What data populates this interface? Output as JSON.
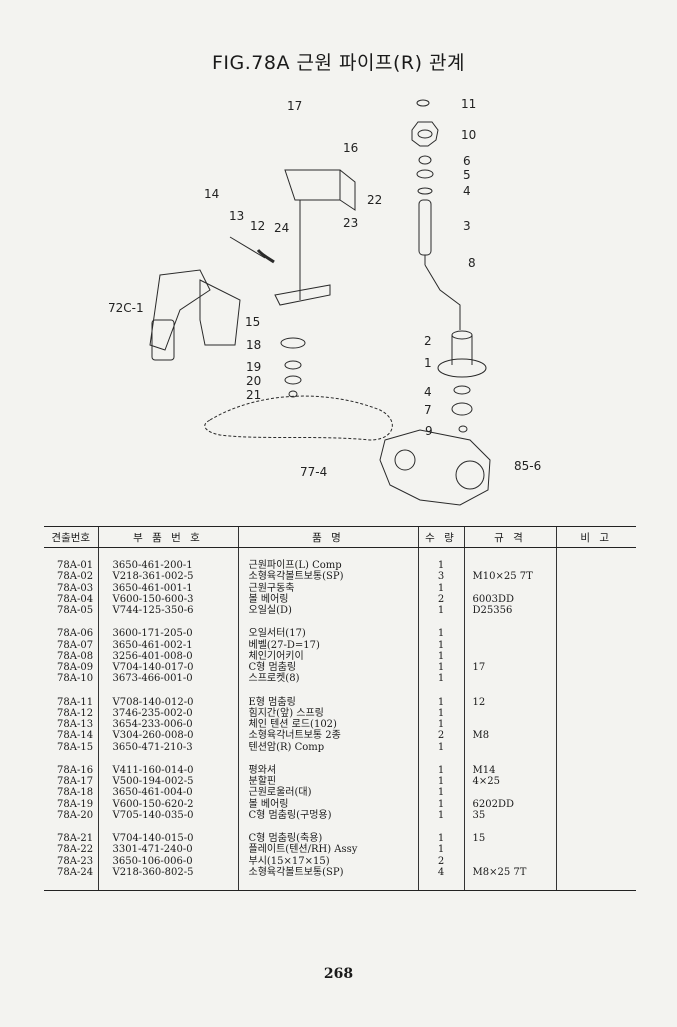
{
  "title": "FIG.78A 근원 파이프(R) 관계",
  "diagram": {
    "callouts": [
      "17",
      "16",
      "11",
      "10",
      "6",
      "5",
      "4",
      "3",
      "8",
      "14",
      "13",
      "12",
      "24",
      "23",
      "22",
      "72C-1",
      "15",
      "18",
      "19",
      "20",
      "21",
      "2",
      "1",
      "4",
      "7",
      "9",
      "77-4",
      "85-6"
    ]
  },
  "table": {
    "headers": [
      "견출번호",
      "부 품 번 호",
      "품 명",
      "수 량",
      "규 격",
      "비 고"
    ],
    "groups": [
      [
        {
          "ref": "78A-01",
          "part": "3650-461-200-1",
          "name": "근원파이프(L) Comp",
          "qty": "1",
          "spec": "",
          "note": ""
        },
        {
          "ref": "78A-02",
          "part": "V218-361-002-5",
          "name": "소형육각볼트보통(SP)",
          "qty": "3",
          "spec": "M10×25 7T",
          "note": ""
        },
        {
          "ref": "78A-03",
          "part": "3650-461-001-1",
          "name": "근원구동축",
          "qty": "1",
          "spec": "",
          "note": ""
        },
        {
          "ref": "78A-04",
          "part": "V600-150-600-3",
          "name": "볼 베어링",
          "qty": "2",
          "spec": "6003DD",
          "note": ""
        },
        {
          "ref": "78A-05",
          "part": "V744-125-350-6",
          "name": "오일실(D)",
          "qty": "1",
          "spec": "D25356",
          "note": ""
        }
      ],
      [
        {
          "ref": "78A-06",
          "part": "3600-171-205-0",
          "name": "오일서터(17)",
          "qty": "1",
          "spec": "",
          "note": ""
        },
        {
          "ref": "78A-07",
          "part": "3650-461-002-1",
          "name": "베벨(27-D=17)",
          "qty": "1",
          "spec": "",
          "note": ""
        },
        {
          "ref": "78A-08",
          "part": "3256-401-008-0",
          "name": "체인기어키이",
          "qty": "1",
          "spec": "",
          "note": ""
        },
        {
          "ref": "78A-09",
          "part": "V704-140-017-0",
          "name": "C형 멈춤링",
          "qty": "1",
          "spec": "17",
          "note": ""
        },
        {
          "ref": "78A-10",
          "part": "3673-466-001-0",
          "name": "스프로켓(8)",
          "qty": "1",
          "spec": "",
          "note": ""
        }
      ],
      [
        {
          "ref": "78A-11",
          "part": "V708-140-012-0",
          "name": "E형 멈춤링",
          "qty": "1",
          "spec": "12",
          "note": ""
        },
        {
          "ref": "78A-12",
          "part": "3746-235-002-0",
          "name": "힘지간(앞) 스프링",
          "qty": "1",
          "spec": "",
          "note": ""
        },
        {
          "ref": "78A-13",
          "part": "3654-233-006-0",
          "name": "체인 텐션 로드(102)",
          "qty": "1",
          "spec": "",
          "note": ""
        },
        {
          "ref": "78A-14",
          "part": "V304-260-008-0",
          "name": "소형육각너트보통 2종",
          "qty": "2",
          "spec": "M8",
          "note": ""
        },
        {
          "ref": "78A-15",
          "part": "3650-471-210-3",
          "name": "텐션암(R) Comp",
          "qty": "1",
          "spec": "",
          "note": ""
        }
      ],
      [
        {
          "ref": "78A-16",
          "part": "V411-160-014-0",
          "name": "평와셔",
          "qty": "1",
          "spec": "M14",
          "note": ""
        },
        {
          "ref": "78A-17",
          "part": "V500-194-002-5",
          "name": "분할핀",
          "qty": "1",
          "spec": "4×25",
          "note": ""
        },
        {
          "ref": "78A-18",
          "part": "3650-461-004-0",
          "name": "근원로울러(대)",
          "qty": "1",
          "spec": "",
          "note": ""
        },
        {
          "ref": "78A-19",
          "part": "V600-150-620-2",
          "name": "볼 베어링",
          "qty": "1",
          "spec": "6202DD",
          "note": ""
        },
        {
          "ref": "78A-20",
          "part": "V705-140-035-0",
          "name": "C형 멈춤링(구멍용)",
          "qty": "1",
          "spec": "35",
          "note": ""
        }
      ],
      [
        {
          "ref": "78A-21",
          "part": "V704-140-015-0",
          "name": "C형 멈춤링(축용)",
          "qty": "1",
          "spec": "15",
          "note": ""
        },
        {
          "ref": "78A-22",
          "part": "3301-471-240-0",
          "name": "플레이트(텐션/RH) Assy",
          "qty": "1",
          "spec": "",
          "note": ""
        },
        {
          "ref": "78A-23",
          "part": "3650-106-006-0",
          "name": "부시(15×17×15)",
          "qty": "2",
          "spec": "",
          "note": ""
        },
        {
          "ref": "78A-24",
          "part": "V218-360-802-5",
          "name": "소형육각볼트보통(SP)",
          "qty": "4",
          "spec": "M8×25 7T",
          "note": ""
        }
      ]
    ]
  },
  "page_number": "268"
}
